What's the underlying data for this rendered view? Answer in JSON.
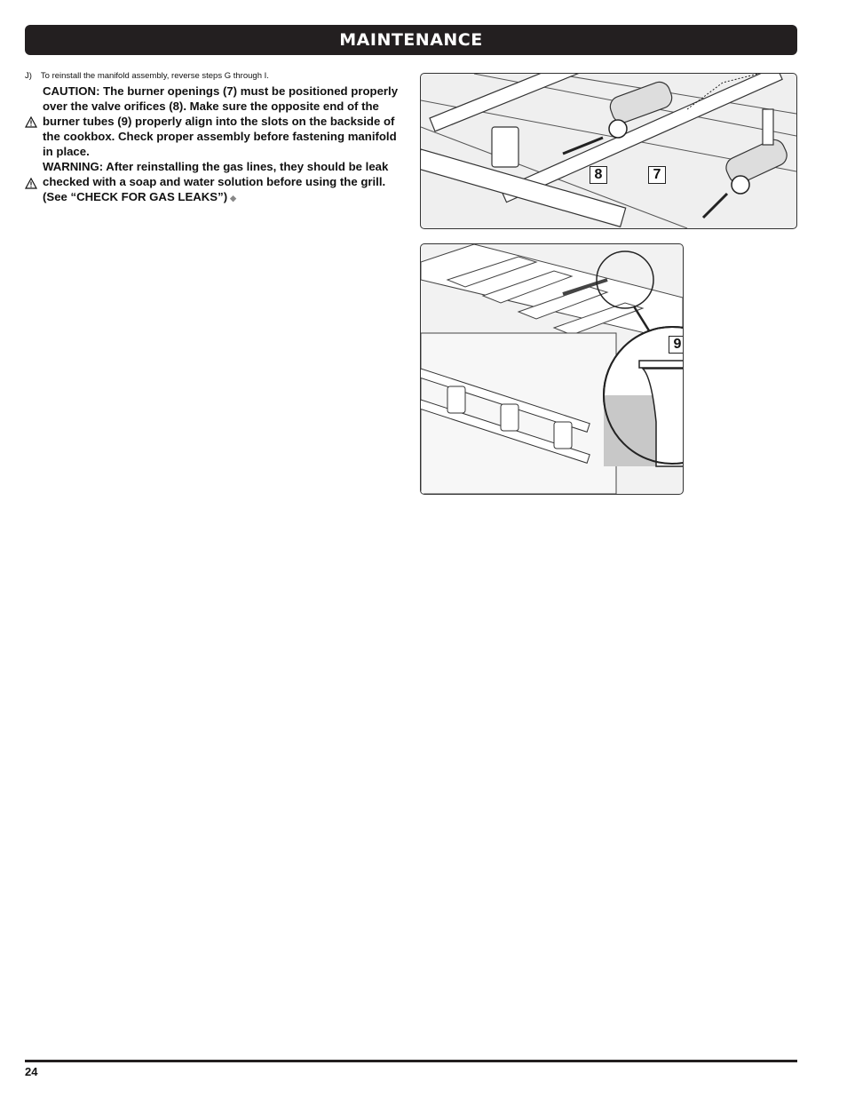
{
  "header": {
    "title": "MAINTENANCE"
  },
  "instructions": {
    "step_letter": "J)",
    "step_text": "To reinstall the manifold assembly, reverse steps G through I.",
    "caution_text": "CAUTION: The burner openings (7) must be positioned properly over the valve orifices (8). Make sure the opposite end of the burner tubes (9) properly align into the slots on the backside of the cookbox. Check proper assembly before fastening manifold in place.",
    "warning_text": "WARNING: After reinstalling the gas lines, they should be leak checked with a soap and water solution before using the grill. (See “CHECK FOR GAS LEAKS”)",
    "end_mark": "◆"
  },
  "figure1": {
    "callouts": [
      "8",
      "7"
    ]
  },
  "figure2": {
    "callouts": [
      "9"
    ]
  },
  "footer": {
    "page_number": "24"
  },
  "icons": {
    "alert": "warning-triangle-icon"
  }
}
